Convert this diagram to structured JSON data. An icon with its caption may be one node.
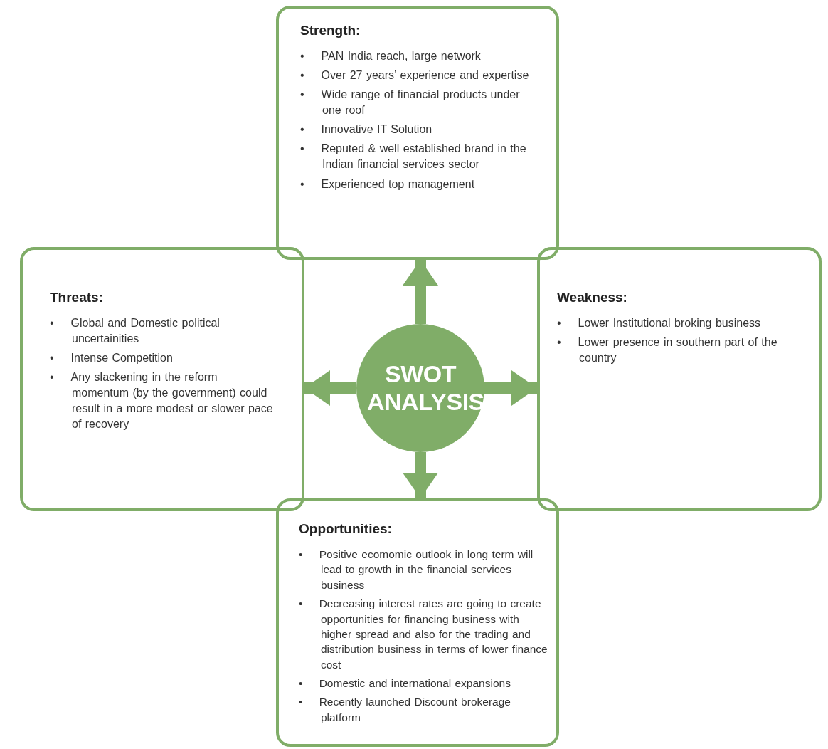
{
  "diagram": {
    "nodes": [
      {
        "text": [
          "Strength:",
          "• PAN India reach, large network",
          "• Over 27 years’ experience and expertise",
          "• Wide range of financial products under one roof",
          "• Innovative IT Solution",
          "• Reputed & well established brand in the Indian financial services sector",
          "• Experienced top management"
        ]
      },
      {
        "text": [
          "Threats:",
          "• Global and Domestic political uncertainities",
          "• Intense Competition",
          "• Any slackening in the reform momentum (by the government) could result in a more modest or slower pace of recovery"
        ]
      },
      {
        "text": [
          "SWOT ANALYSIS"
        ]
      },
      {
        "text": [
          "Weakness:",
          "• Lower Institutional broking business",
          "• Lower presence in southern part of the country"
        ]
      },
      {
        "text": [
          "Opportunities:",
          "• Positive ecomomic outlook in long term will lead to growth in the financial services business",
          "• Decreasing interest rates are going to create opportunities for financing business with higher spread and also for the trading and distribution business in terms of lower finance cost",
          "• Domestic and international expansions",
          "• Recently launched Discount brokerage platform"
        ]
      }
    ],
    "edges": [
      {
        "from": 2,
        "to": 0,
        "arrow": "to"
      },
      {
        "from": 2,
        "to": 1,
        "arrow": "to"
      },
      {
        "from": 2,
        "to": 3,
        "arrow": "to"
      },
      {
        "from": 2,
        "to": 4,
        "arrow": "to"
      }
    ]
  }
}
